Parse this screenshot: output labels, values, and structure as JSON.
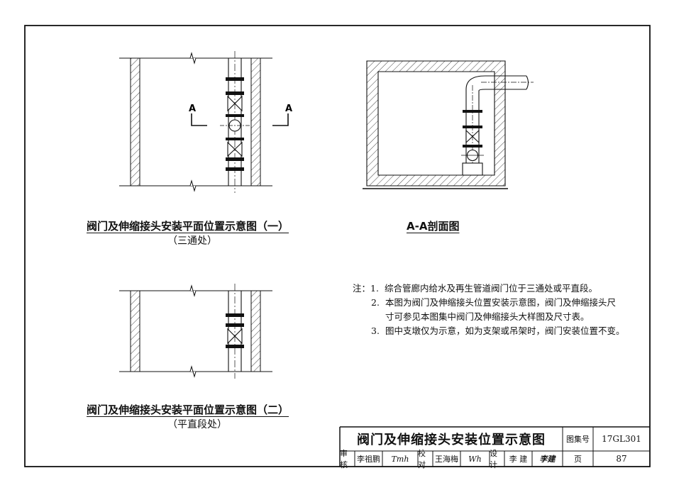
{
  "captions": {
    "plan1_title": "阀门及伸缩接头安装平面位置示意图（一）",
    "plan1_sub": "（三通处）",
    "section_title": "A-A剖面图",
    "plan2_title": "阀门及伸缩接头安装平面位置示意图（二）",
    "plan2_sub": "（平直段处）"
  },
  "section_marks": {
    "left": "A",
    "right": "A"
  },
  "notes": {
    "label": "注：",
    "items": [
      {
        "num": "1.",
        "text": "综合管廊内给水及再生管道阀门位于三通处或平直段。"
      },
      {
        "num": "2.",
        "text": "本图为阀门及伸缩接头位置安装示意图，阀门及伸缩接头尺"
      },
      {
        "num": "",
        "text": "寸可参见本图集中阀门及伸缩接头大样图及尺寸表。"
      },
      {
        "num": "3.",
        "text": "图中支墩仅为示意，如为支架或吊架时，阀门安装位置不变。"
      }
    ]
  },
  "title_block": {
    "title": "阀门及伸缩接头安装位置示意图",
    "atlas_label": "图集号",
    "atlas_no": "17GL301",
    "page_label": "页",
    "page_no": "87",
    "review_label": "审核",
    "review_name": "李祖鹏",
    "review_sig": "Tmh",
    "check_label": "校对",
    "check_name": "王海梅",
    "check_sig": "Wh",
    "design_label": "设计",
    "design_name": "李 建",
    "design_sig": "李建"
  }
}
